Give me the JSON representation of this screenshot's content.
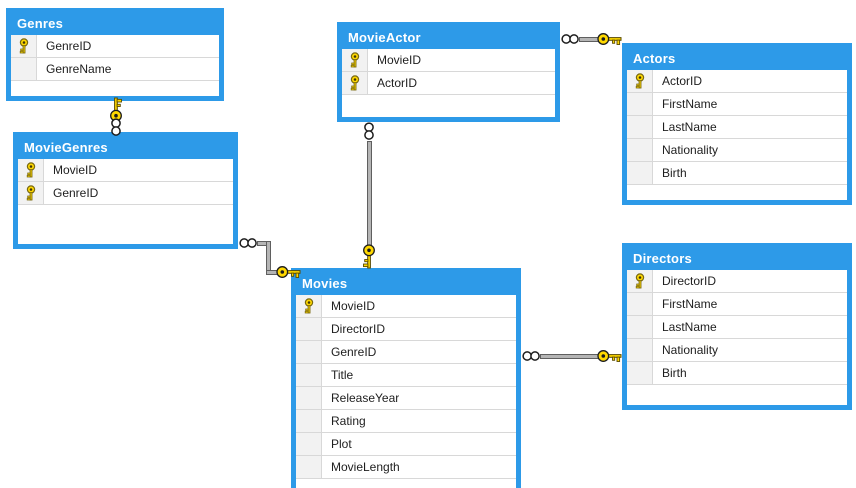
{
  "diagram": {
    "kind": "database-er-diagram",
    "colors": {
      "table_blue": "#2D9AE8",
      "header_text": "#FFFFFF",
      "row_text": "#1E1E1E",
      "grid_line": "#D8D8D8",
      "icon_column_bg": "#F2F2F2",
      "connector_gray": "#B5B5B5",
      "key_gold": "#FFD800",
      "background": "#FFFFFF"
    }
  },
  "tables": {
    "genres": {
      "title": "Genres",
      "columns": [
        {
          "name": "GenreID",
          "pk": true
        },
        {
          "name": "GenreName",
          "pk": false
        }
      ]
    },
    "movie_genres": {
      "title": "MovieGenres",
      "columns": [
        {
          "name": "MovieID",
          "pk": true
        },
        {
          "name": "GenreID",
          "pk": true
        }
      ]
    },
    "movie_actor": {
      "title": "MovieActor",
      "columns": [
        {
          "name": "MovieID",
          "pk": true
        },
        {
          "name": "ActorID",
          "pk": true
        }
      ]
    },
    "actors": {
      "title": "Actors",
      "columns": [
        {
          "name": "ActorID",
          "pk": true
        },
        {
          "name": "FirstName",
          "pk": false
        },
        {
          "name": "LastName",
          "pk": false
        },
        {
          "name": "Nationality",
          "pk": false
        },
        {
          "name": "Birth",
          "pk": false
        }
      ]
    },
    "directors": {
      "title": "Directors",
      "columns": [
        {
          "name": "DirectorID",
          "pk": true
        },
        {
          "name": "FirstName",
          "pk": false
        },
        {
          "name": "LastName",
          "pk": false
        },
        {
          "name": "Nationality",
          "pk": false
        },
        {
          "name": "Birth",
          "pk": false
        }
      ]
    },
    "movies": {
      "title": "Movies",
      "columns": [
        {
          "name": "MovieID",
          "pk": true
        },
        {
          "name": "DirectorID",
          "pk": false
        },
        {
          "name": "GenreID",
          "pk": false
        },
        {
          "name": "Title",
          "pk": false
        },
        {
          "name": "ReleaseYear",
          "pk": false
        },
        {
          "name": "Rating",
          "pk": false
        },
        {
          "name": "Plot",
          "pk": false
        },
        {
          "name": "MovieLength",
          "pk": false
        }
      ]
    }
  },
  "relationships": [
    {
      "one": "Genres",
      "many": "MovieGenres",
      "one_symbol": "key-icon",
      "many_symbol": "infinity-icon"
    },
    {
      "one": "Movies",
      "many": "MovieGenres",
      "one_symbol": "key-icon",
      "many_symbol": "infinity-icon"
    },
    {
      "one": "Movies",
      "many": "MovieActor",
      "one_symbol": "key-icon",
      "many_symbol": "infinity-icon"
    },
    {
      "one": "Actors",
      "many": "MovieActor",
      "one_symbol": "key-icon",
      "many_symbol": "infinity-icon"
    },
    {
      "one": "Directors",
      "many": "Movies",
      "one_symbol": "key-icon",
      "many_symbol": "infinity-icon"
    }
  ]
}
